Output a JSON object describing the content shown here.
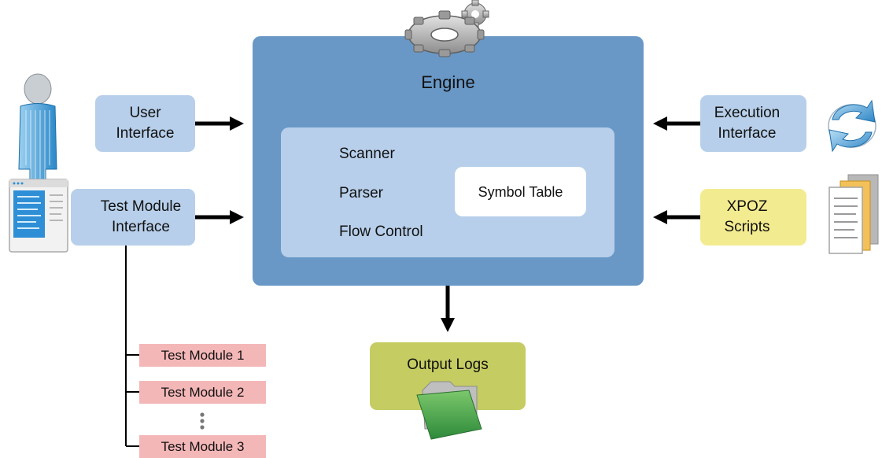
{
  "engine": {
    "title": "Engine",
    "components": [
      "Scanner",
      "Parser",
      "Flow Control"
    ],
    "symbol_table": "Symbol Table"
  },
  "left_inputs": {
    "user_interface": [
      "User",
      "Interface"
    ],
    "test_module_interface": [
      "Test Module",
      "Interface"
    ]
  },
  "right_inputs": {
    "execution_interface": [
      "Execution",
      "Interface"
    ],
    "xpoz_scripts": [
      "XPOZ",
      "Scripts"
    ]
  },
  "output": {
    "label": "Output Logs"
  },
  "test_modules": [
    "Test Module 1",
    "Test Module 2",
    "Test Module 3"
  ],
  "icons": [
    "gears-icon",
    "user-person-icon",
    "window-app-icon",
    "refresh-cycle-icon",
    "documents-icon",
    "folder-icon"
  ],
  "colors": {
    "engine": "#6a98c6",
    "inner_panel": "#b7cfea",
    "interface_box": "#b7cfea",
    "scripts_box": "#f3eb90",
    "output_box": "#c4cc62",
    "test_module": "#f4b7b8"
  }
}
